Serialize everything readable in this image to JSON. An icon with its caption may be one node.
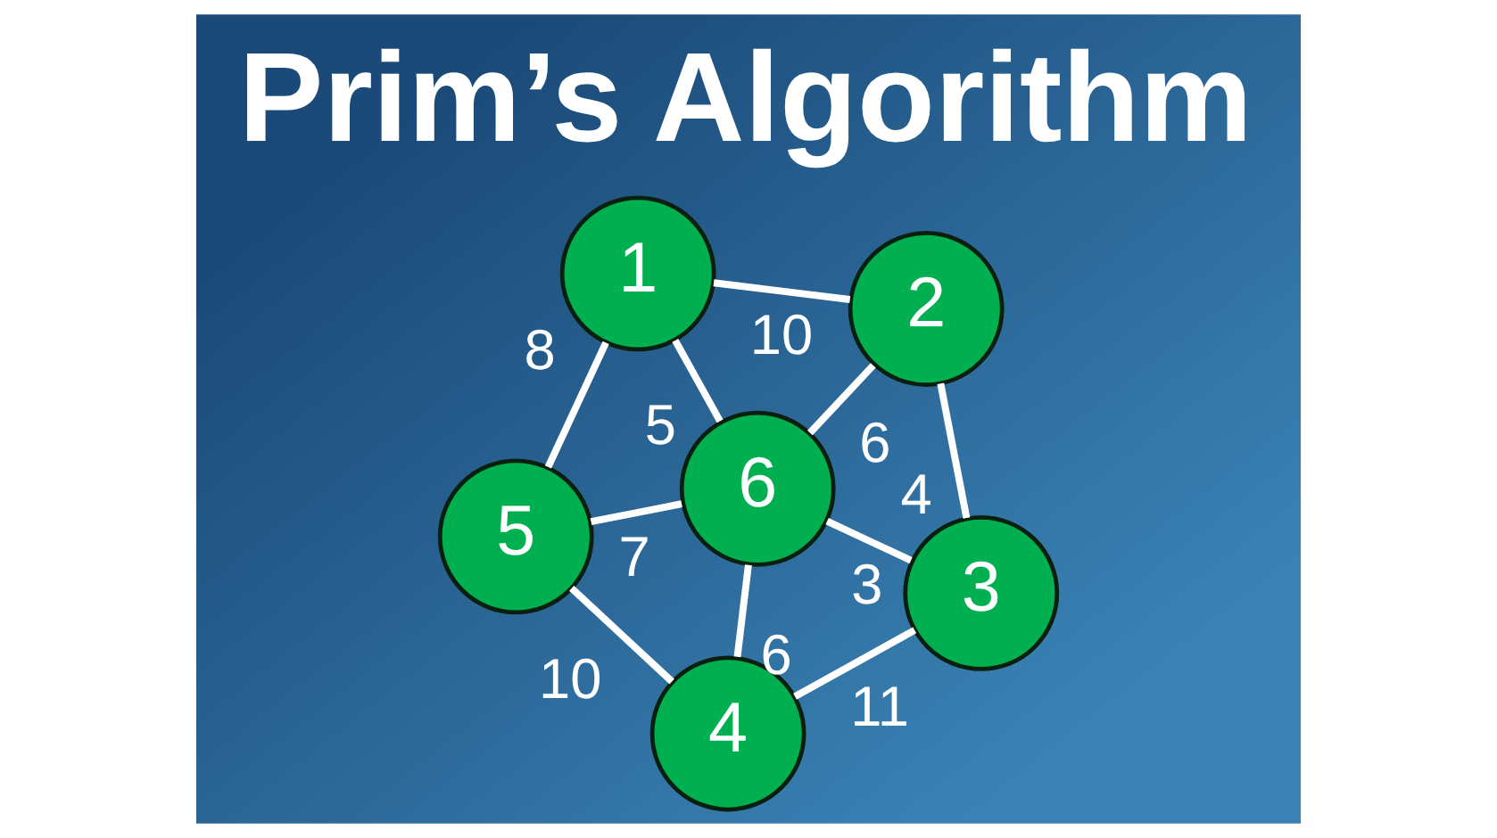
{
  "diagram": {
    "title": "Prim’s Algorithm",
    "nodes": [
      {
        "text": [
          "1"
        ]
      },
      {
        "text": [
          "2"
        ]
      },
      {
        "text": [
          "6"
        ]
      },
      {
        "text": [
          "5"
        ]
      },
      {
        "text": [
          "3"
        ]
      },
      {
        "text": [
          "4"
        ]
      }
    ],
    "edges": [
      {
        "from": 0,
        "to": 1,
        "arrow": "none",
        "label": "10"
      },
      {
        "from": 0,
        "to": 2,
        "arrow": "none",
        "label": "5"
      },
      {
        "from": 0,
        "to": 3,
        "arrow": "none",
        "label": "8"
      },
      {
        "from": 3,
        "to": 2,
        "arrow": "none",
        "label": "7"
      },
      {
        "from": 2,
        "to": 1,
        "arrow": "none",
        "label": "6"
      },
      {
        "from": 1,
        "to": 4,
        "arrow": "none",
        "label": "4"
      },
      {
        "from": 2,
        "to": 4,
        "arrow": "none",
        "label": "3"
      },
      {
        "from": 2,
        "to": 5,
        "arrow": "none",
        "label": "6"
      },
      {
        "from": 3,
        "to": 5,
        "arrow": "none",
        "label": "10"
      },
      {
        "from": 4,
        "to": 5,
        "arrow": "none",
        "label": "11"
      }
    ]
  }
}
